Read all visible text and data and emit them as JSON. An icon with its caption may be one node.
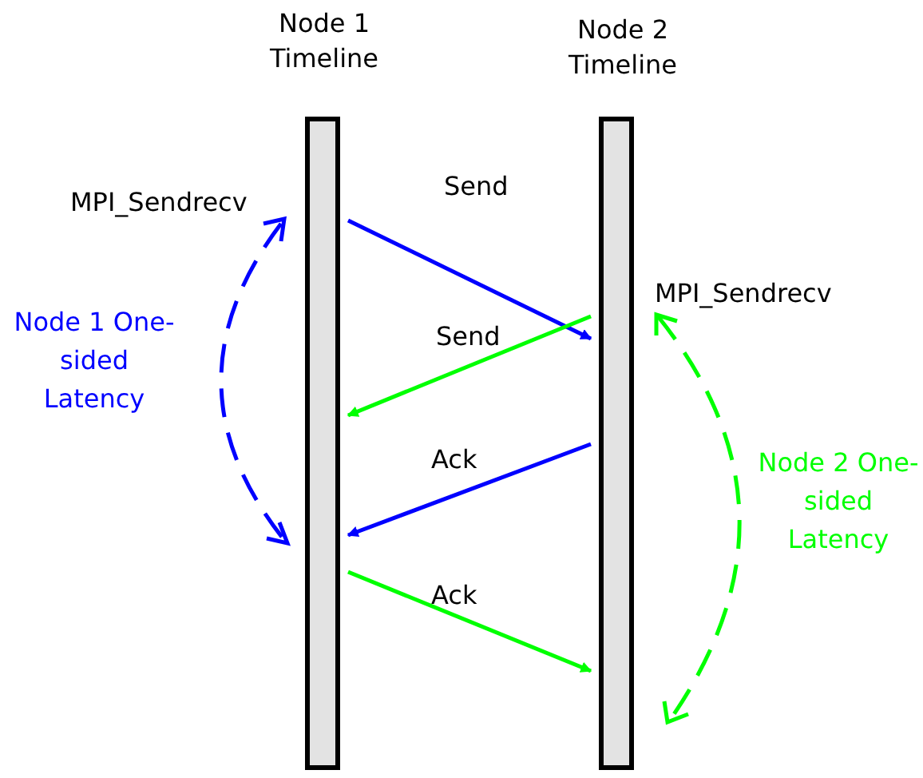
{
  "diagram": {
    "nodes": [
      {
        "text": [
          "Node 1 Timeline"
        ]
      },
      {
        "text": [
          "Node 2 Timeline"
        ]
      }
    ],
    "edges": [
      {
        "from": 0,
        "to": 1,
        "arrow": "to",
        "label": "Send",
        "color": "#0000ff"
      },
      {
        "from": 1,
        "to": 0,
        "arrow": "to",
        "label": "Send",
        "color": "#00ff00"
      },
      {
        "from": 1,
        "to": 0,
        "arrow": "to",
        "label": "Ack",
        "color": "#0000ff"
      },
      {
        "from": 0,
        "to": 1,
        "arrow": "to",
        "label": "Ack",
        "color": "#00ff00"
      }
    ],
    "labels": [
      "MPI_Sendrecv",
      "MPI_Sendrecv",
      "Node 1 One-sided Latency",
      "Node 2 One-sided Latency"
    ]
  }
}
